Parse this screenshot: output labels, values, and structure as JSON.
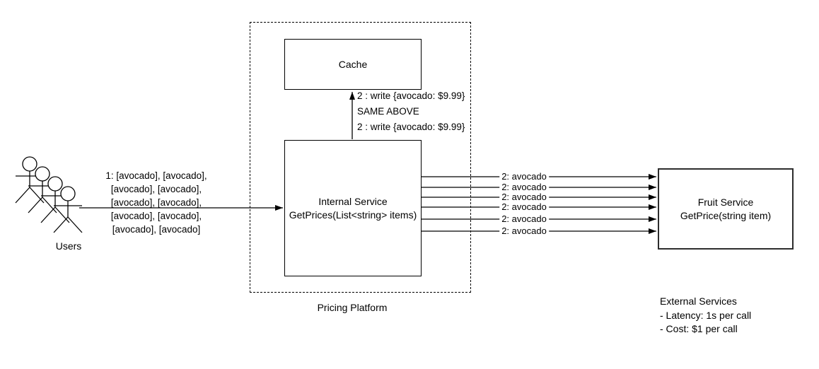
{
  "canvas": {
    "background": "#ffffff",
    "stroke_color": "#000000"
  },
  "users": {
    "label": "Users",
    "request_label_lines": [
      "1: [avocado], [avocado],",
      "[avocado], [avocado],",
      "[avocado], [avocado],",
      "[avocado], [avocado],",
      "[avocado], [avocado]"
    ]
  },
  "pricing_platform": {
    "label": "Pricing Platform",
    "cache_box": {
      "label": "Cache"
    },
    "internal_service_box": {
      "name": "Internal Service",
      "signature": "GetPrices(List<string> items)"
    },
    "cache_write_labels": [
      "2 : write {avocado: $9.99}",
      "SAME ABOVE",
      "2 : write {avocado: $9.99}"
    ]
  },
  "fruit_service_box": {
    "name": "Fruit Service",
    "signature": "GetPrice(string item)",
    "call_labels": [
      "2: avocado",
      "2: avocado",
      "2: avocado",
      "2: avocado",
      "2: avocado",
      "2: avocado"
    ]
  },
  "external_services_note": {
    "lines": [
      "External Services",
      "- Latency: 1s per call",
      "- Cost: $1 per call"
    ]
  }
}
